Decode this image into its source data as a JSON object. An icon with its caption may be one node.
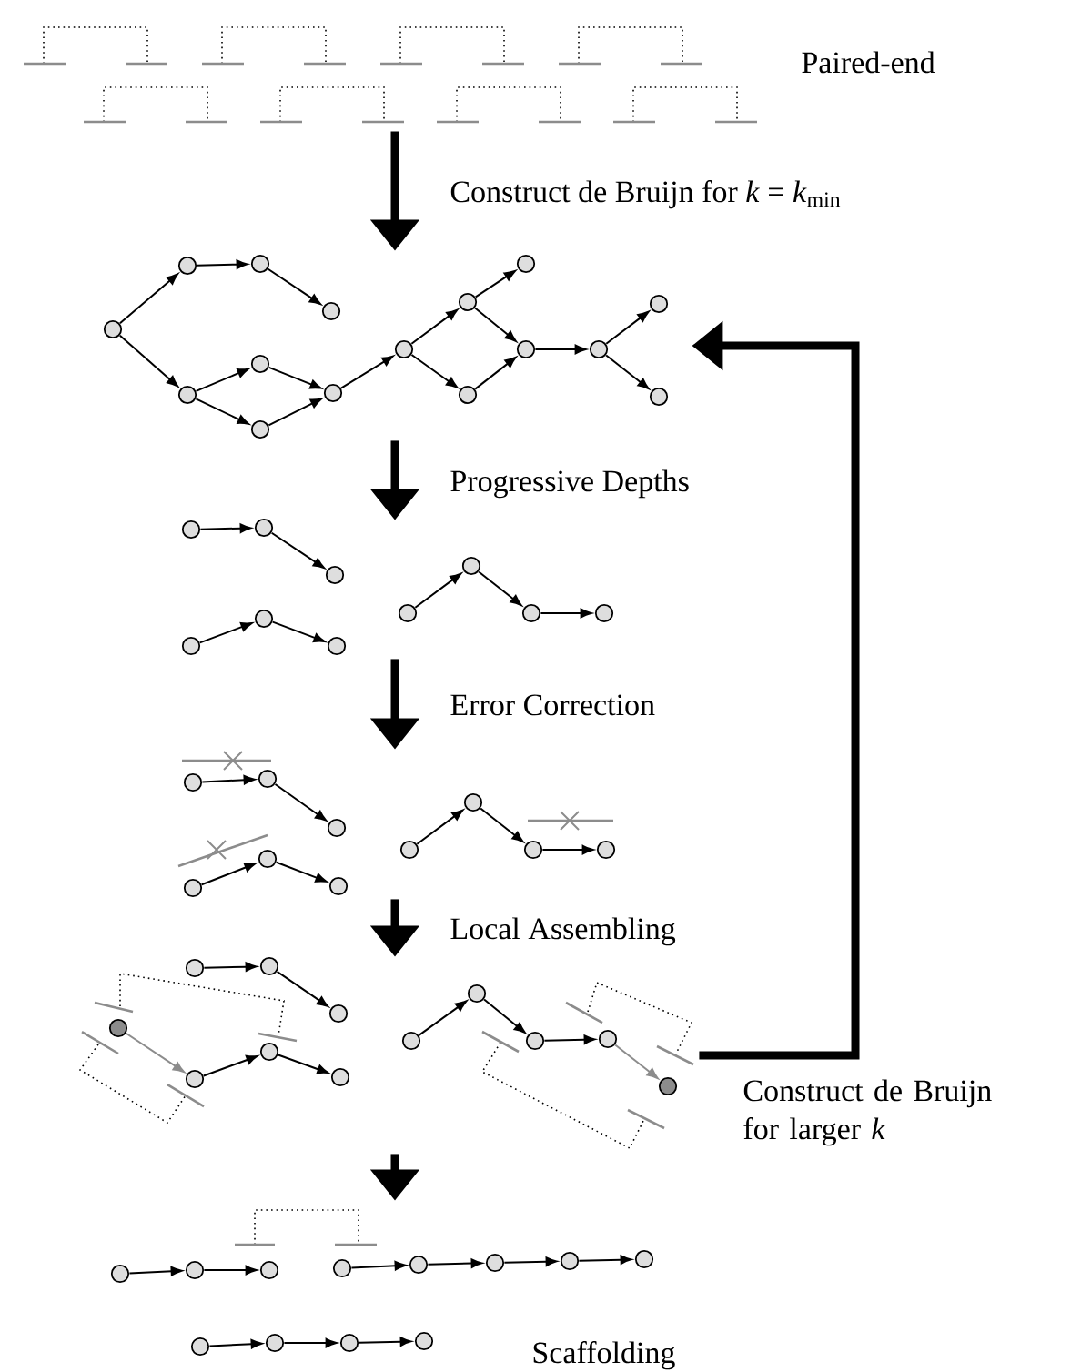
{
  "diagram": {
    "nodes": [
      {
        "text": [],
        "shape": "picture",
        "beside": [
          "Paired-end"
        ]
      },
      {
        "text": [],
        "shape": "picture"
      },
      {
        "text": [],
        "shape": "picture"
      },
      {
        "text": [],
        "shape": "picture"
      },
      {
        "text": [],
        "shape": "picture"
      },
      {
        "text": [],
        "shape": "picture",
        "beside": [
          "Scaffolding"
        ]
      }
    ],
    "edges": [
      {
        "from": 0,
        "to": 1,
        "arrow": "to",
        "label": "Construct de Bruijn for *k* = *k*$_{min}$"
      },
      {
        "from": 1,
        "to": 2,
        "arrow": "to",
        "label": "Progressive Depths"
      },
      {
        "from": 2,
        "to": 3,
        "arrow": "to",
        "label": "Error Correction"
      },
      {
        "from": 3,
        "to": 4,
        "arrow": "to",
        "label": "Local Assembling"
      },
      {
        "from": 4,
        "to": 5,
        "arrow": "to"
      },
      {
        "from": 4,
        "to": 1,
        "arrow": "to",
        "label": "Construct de Bruijn for larger *k*"
      }
    ]
  }
}
